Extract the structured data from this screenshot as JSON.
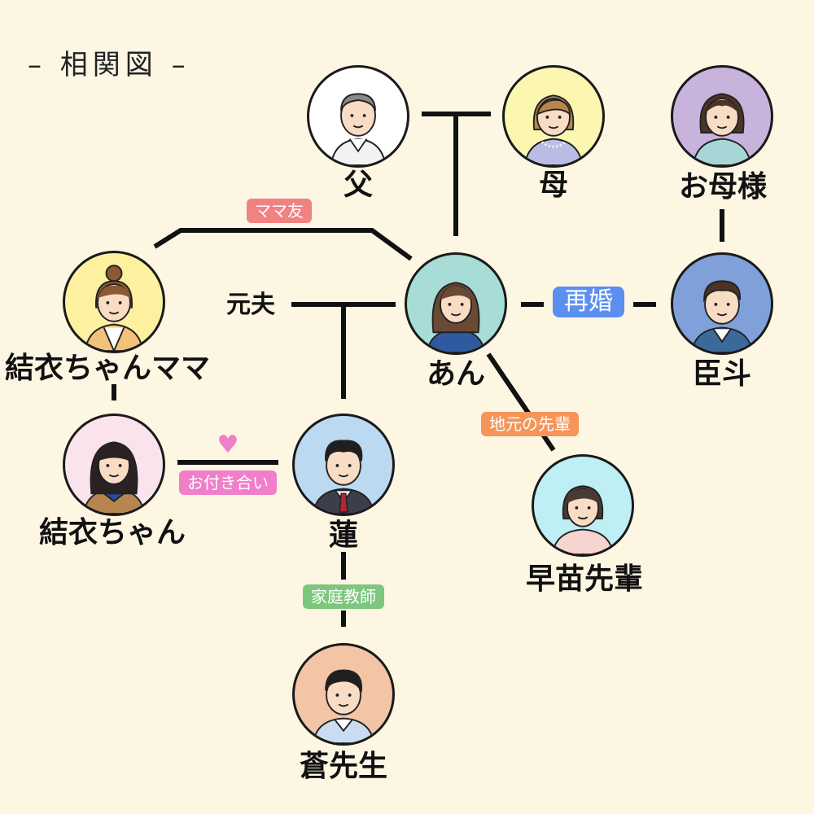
{
  "title": "– 相関図 –",
  "colors": {
    "background": "#fdf6e3",
    "mama_tomo": "#f08282",
    "saikon": "#5b8ff0",
    "jimoto": "#f5955a",
    "otsukiai": "#f07ec8",
    "kateikyoushi": "#7cc67d",
    "heart": "#f07ec8"
  },
  "people": {
    "father": "父",
    "mother": "母",
    "okaasama": "お母様",
    "yui_mama": "結衣ちゃんママ",
    "an": "あん",
    "omi": "臣斗",
    "yui": "結衣ちゃん",
    "ren": "蓮",
    "sanae": "早苗先輩",
    "ao": "蒼先生"
  },
  "labels": {
    "moto_otto": "元夫"
  },
  "relations": {
    "mama_tomo": "ママ友",
    "saikon": "再婚",
    "jimoto": "地元の先輩",
    "otsukiai": "お付き合い",
    "kateikyoushi": "家庭教師",
    "heart": "♥"
  }
}
